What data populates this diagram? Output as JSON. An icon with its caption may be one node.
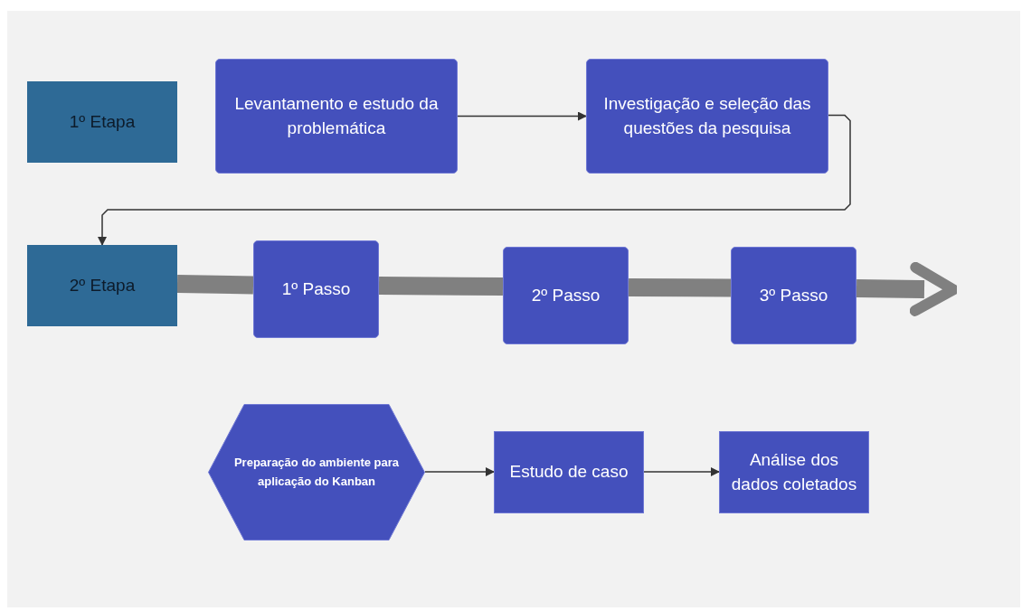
{
  "diagram": {
    "nodes": [
      {
        "text": [
          "1º Etapa"
        ]
      },
      {
        "text": [
          "Levantamento e estudo da problemática"
        ]
      },
      {
        "text": [
          "Investigação e seleção das questões da pesquisa"
        ]
      },
      {
        "text": [
          "2º Etapa"
        ]
      },
      {
        "text": [
          "1º Passo"
        ]
      },
      {
        "text": [
          "2º Passo"
        ]
      },
      {
        "text": [
          "3º Passo"
        ]
      },
      {
        "text": [
          "Preparação do ambiente para aplicação do Kanban"
        ]
      },
      {
        "text": [
          "Estudo de caso"
        ]
      },
      {
        "text": [
          "Análise dos dados coletados"
        ]
      }
    ],
    "edges": [
      {
        "from": 1,
        "to": 2,
        "arrow": "to"
      },
      {
        "from": 2,
        "to": 3,
        "arrow": "to"
      },
      {
        "from": 3,
        "to": 4,
        "arrow": "none",
        "style": "thick",
        "color": "#808080"
      },
      {
        "from": 4,
        "to": 5,
        "arrow": "none",
        "style": "thick",
        "color": "#808080"
      },
      {
        "from": 5,
        "to": 6,
        "arrow": "none",
        "style": "thick",
        "color": "#808080"
      },
      {
        "from": 6,
        "to": null,
        "arrow": "to",
        "style": "thick",
        "color": "#808080"
      },
      {
        "from": 7,
        "to": 8,
        "arrow": "to"
      },
      {
        "from": 8,
        "to": 9,
        "arrow": "to"
      }
    ]
  }
}
